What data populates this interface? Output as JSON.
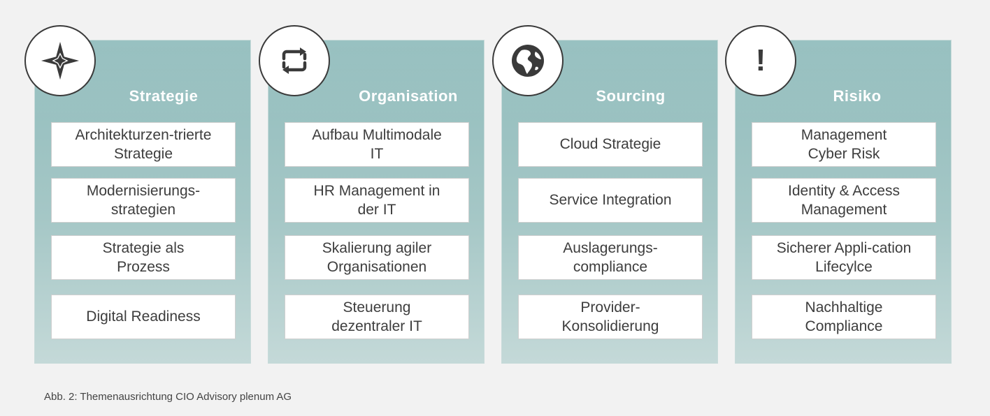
{
  "columns": [
    {
      "title": "Strategie",
      "icon": "compass-star-icon",
      "items": [
        "Architekturzen-trierte\nStrategie",
        "Modernisierungs-\nstrategien",
        "Strategie als\nProzess",
        "Digital Readiness"
      ]
    },
    {
      "title": "Organisation",
      "icon": "cycle-arrows-icon",
      "items": [
        "Aufbau Multimodale\nIT",
        "HR Management in\nder IT",
        "Skalierung agiler\nOrganisationen",
        "Steuerung\ndezentraler IT"
      ]
    },
    {
      "title": "Sourcing",
      "icon": "globe-icon",
      "items": [
        "Cloud Strategie",
        "Service Integration",
        "Auslagerungs-\ncompliance",
        "Provider-\nKonsolidierung"
      ]
    },
    {
      "title": "Risiko",
      "icon": "exclamation-icon",
      "icon_text": "!",
      "items": [
        "Management\nCyber Risk",
        "Identity & Access\nManagement",
        "Sicherer Appli-cation\nLifecylce",
        "Nachhaltige\nCompliance"
      ]
    }
  ],
  "caption": "Abb. 2: Themenausrichtung CIO Advisory plenum AG",
  "colors": {
    "column_fill": "#9ec4c3",
    "icon_stroke": "#3a3a3a",
    "title_text": "#ffffff",
    "item_text": "#3d3d3d",
    "background": "#f2f2f2"
  }
}
